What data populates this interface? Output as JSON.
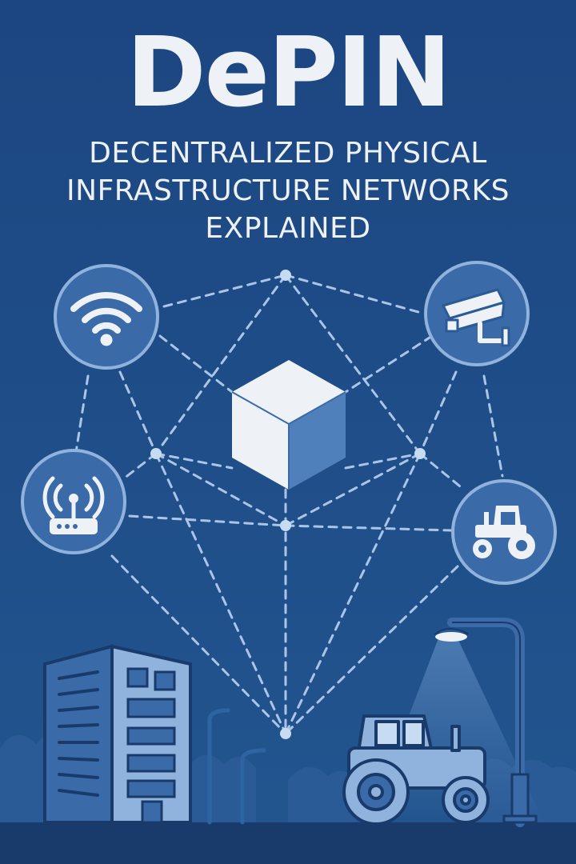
{
  "poster": {
    "title": "DePIN",
    "subtitle_lines": [
      "DECENTRALIZED PHYSICAL",
      "INFRASTRUCTURE NETWORKS",
      "EXPLAINED"
    ]
  },
  "icons": [
    "wifi-icon",
    "security-camera-icon",
    "router-icon",
    "tractor-icon",
    "cube-icon",
    "building-icon",
    "street-lamp-icon",
    "tractor-illustration"
  ],
  "colors": {
    "background": "#1e4a85",
    "circle_fill": "#3a6ba8",
    "circle_ring": "#8fb3dc",
    "accent_light": "#eef1f5",
    "dash_line": "#a9c6e8"
  }
}
